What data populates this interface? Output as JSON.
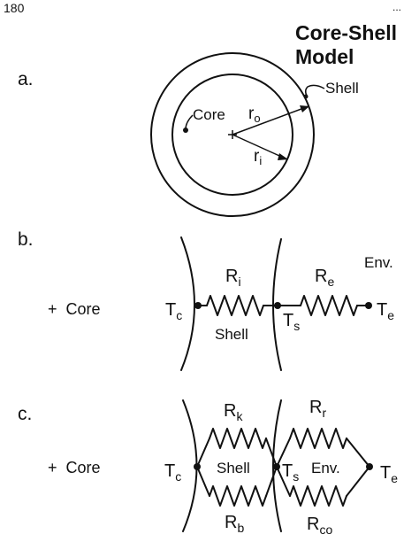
{
  "page_number": "180",
  "page_corner": "...",
  "title_line1": "Core-Shell",
  "title_line2": "Model",
  "panel_a": {
    "label": "a.",
    "core": "Core",
    "shell": "Shell",
    "r_outer": "r",
    "r_outer_sub": "o",
    "r_inner": "r",
    "r_inner_sub": "i"
  },
  "panel_b": {
    "label": "b.",
    "core": "Core",
    "env": "Env.",
    "shell": "Shell",
    "R_i": "R",
    "R_i_sub": "i",
    "R_e": "R",
    "R_e_sub": "e",
    "T_c": "T",
    "T_c_sub": "c",
    "T_s": "T",
    "T_s_sub": "s",
    "T_e": "T",
    "T_e_sub": "e"
  },
  "panel_c": {
    "label": "c.",
    "core": "Core",
    "shell": "Shell",
    "env": "Env.",
    "R_k": "R",
    "R_k_sub": "k",
    "R_b": "R",
    "R_b_sub": "b",
    "R_r": "R",
    "R_r_sub": "r",
    "R_co": "R",
    "R_co_sub": "co",
    "T_c": "T",
    "T_c_sub": "c",
    "T_s": "T",
    "T_s_sub": "s",
    "T_e": "T",
    "T_e_sub": "e"
  },
  "plus_symbol": "+"
}
